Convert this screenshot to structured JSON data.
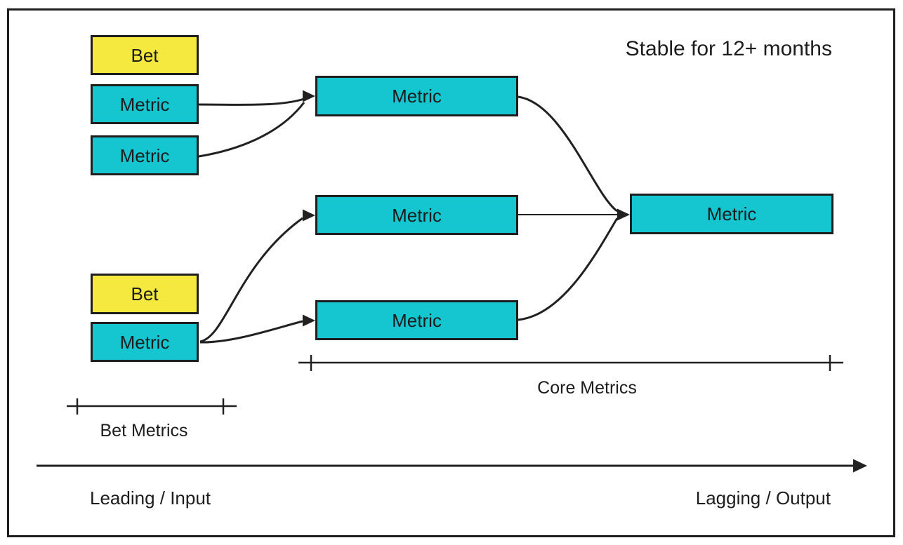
{
  "diagram": {
    "annotation_top_right": "Stable for 12+ months",
    "boxes": [
      {
        "id": "bet-top",
        "label": "Bet",
        "kind": "bet"
      },
      {
        "id": "metric-top-1",
        "label": "Metric",
        "kind": "metric"
      },
      {
        "id": "metric-top-2",
        "label": "Metric",
        "kind": "metric"
      },
      {
        "id": "bet-bottom",
        "label": "Bet",
        "kind": "bet"
      },
      {
        "id": "metric-bottom",
        "label": "Metric",
        "kind": "metric"
      },
      {
        "id": "core-top",
        "label": "Metric",
        "kind": "metric"
      },
      {
        "id": "core-middle",
        "label": "Metric",
        "kind": "metric"
      },
      {
        "id": "core-bottom",
        "label": "Metric",
        "kind": "metric"
      },
      {
        "id": "output-metric",
        "label": "Metric",
        "kind": "metric"
      }
    ],
    "brackets": {
      "bet_metrics_label": "Bet Metrics",
      "core_metrics_label": "Core Metrics"
    },
    "axis": {
      "left_label": "Leading / Input",
      "right_label": "Lagging / Output"
    },
    "colors": {
      "bet_fill": "#f5e83e",
      "metric_fill": "#15c6d1",
      "stroke": "#1e1e1e",
      "background": "#ffffff"
    }
  }
}
